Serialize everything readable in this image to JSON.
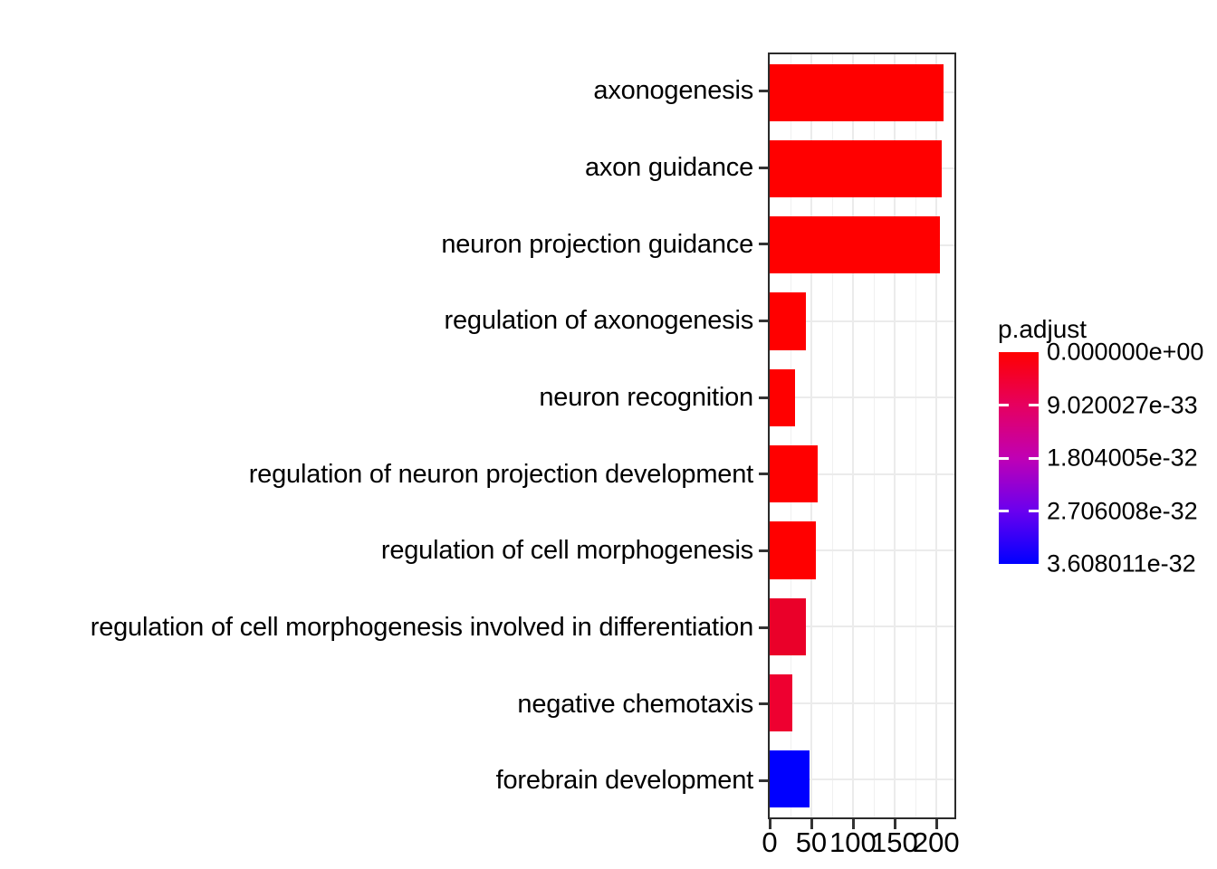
{
  "chart_data": {
    "type": "bar",
    "orientation": "horizontal",
    "title": "",
    "xlabel": "",
    "ylabel": "",
    "xlim": [
      0,
      222
    ],
    "xticks": [
      0,
      50,
      100,
      150,
      200
    ],
    "xtick_labels": [
      "0",
      "50",
      "100",
      "150",
      "200"
    ],
    "grid": true,
    "legend_position": "right",
    "categories": [
      "axonogenesis",
      "axon guidance",
      "neuron projection guidance",
      "regulation of axonogenesis",
      "neuron recognition",
      "regulation of neuron projection development",
      "regulation of cell morphogenesis",
      "regulation of cell morphogenesis involved in differentiation",
      "negative chemotaxis",
      "forebrain development"
    ],
    "values": [
      209,
      207,
      205,
      43,
      30,
      58,
      55,
      44,
      27,
      48
    ],
    "colors": [
      "#FF0000",
      "#FF0000",
      "#FF0000",
      "#FF0000",
      "#FF0000",
      "#FF0000",
      "#FF0000",
      "#EA0029",
      "#EE0030",
      "#0000FF"
    ],
    "colorbar": {
      "title": "p.adjust",
      "ticks": [
        "0.000000e+00",
        "9.020027e-33",
        "1.804005e-32",
        "2.706008e-32",
        "3.608011e-32"
      ],
      "top_color": "#FF0000",
      "bottom_color": "#0000FF"
    }
  }
}
